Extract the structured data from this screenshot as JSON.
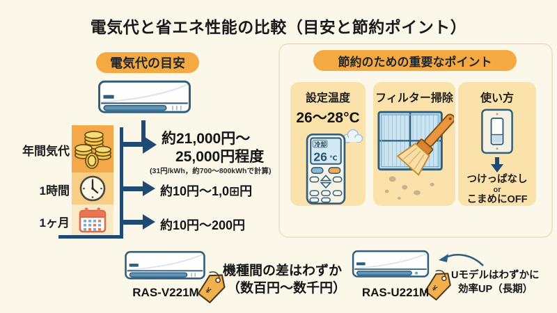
{
  "title": "電気代と省エネ性能の比較（目安と節約ポイント）",
  "cost_section": {
    "header": "電気代の目安",
    "rows": [
      {
        "label": "年間気代",
        "icon": "coins-icon",
        "value_line1": "約21,000円〜",
        "value_line2": "25,000円程度",
        "note": "(31円/kWh，約700〜800kWhで計算)"
      },
      {
        "label": "1時間",
        "icon": "clock-icon",
        "value": "約10円〜1,0⊞円"
      },
      {
        "label": "1ヶ月",
        "icon": "calendar-icon",
        "value": "約10円〜200円"
      }
    ]
  },
  "tips_section": {
    "header": "節約のための重要なポイント",
    "cards": [
      {
        "title": "設定温度",
        "temperature_range": "26〜28°C",
        "remote_mode": "冷却",
        "remote_temp": "26",
        "remote_temp_unit": "℃"
      },
      {
        "title": "フィルター掃除"
      },
      {
        "title": "使い方",
        "option1": "つけっぱなし",
        "connector": "or",
        "option2": "こまめにOFF"
      }
    ]
  },
  "models_section": {
    "left_model": "RAS-V221M",
    "right_model": "RAS-U221M",
    "difference_note_line1": "機種間の差はわずか",
    "difference_note_line2": "（数百円〜数千円）",
    "u_model_note_line1": "Uモデルはわずかに",
    "u_model_note_line2": "効率UP（長期）"
  },
  "colors": {
    "background": "#FBF8EA",
    "pill_orange": "#F5A942",
    "card_peach": "#FBE1AA",
    "row_orange_dark": "#F3A84A",
    "row_orange_mid": "#F8CE85",
    "row_orange_light": "#FBE9C6",
    "arrow_navy": "#1F4B73",
    "outline_navy": "#2F5D7C",
    "vent_blue": "#5E95BB",
    "coin_gold": "#F5CB52",
    "tag_orange": "#F3B04E",
    "calendar_red": "#E87652",
    "filter_blue": "#CBE4F1",
    "brush_orange": "#E8963F"
  }
}
